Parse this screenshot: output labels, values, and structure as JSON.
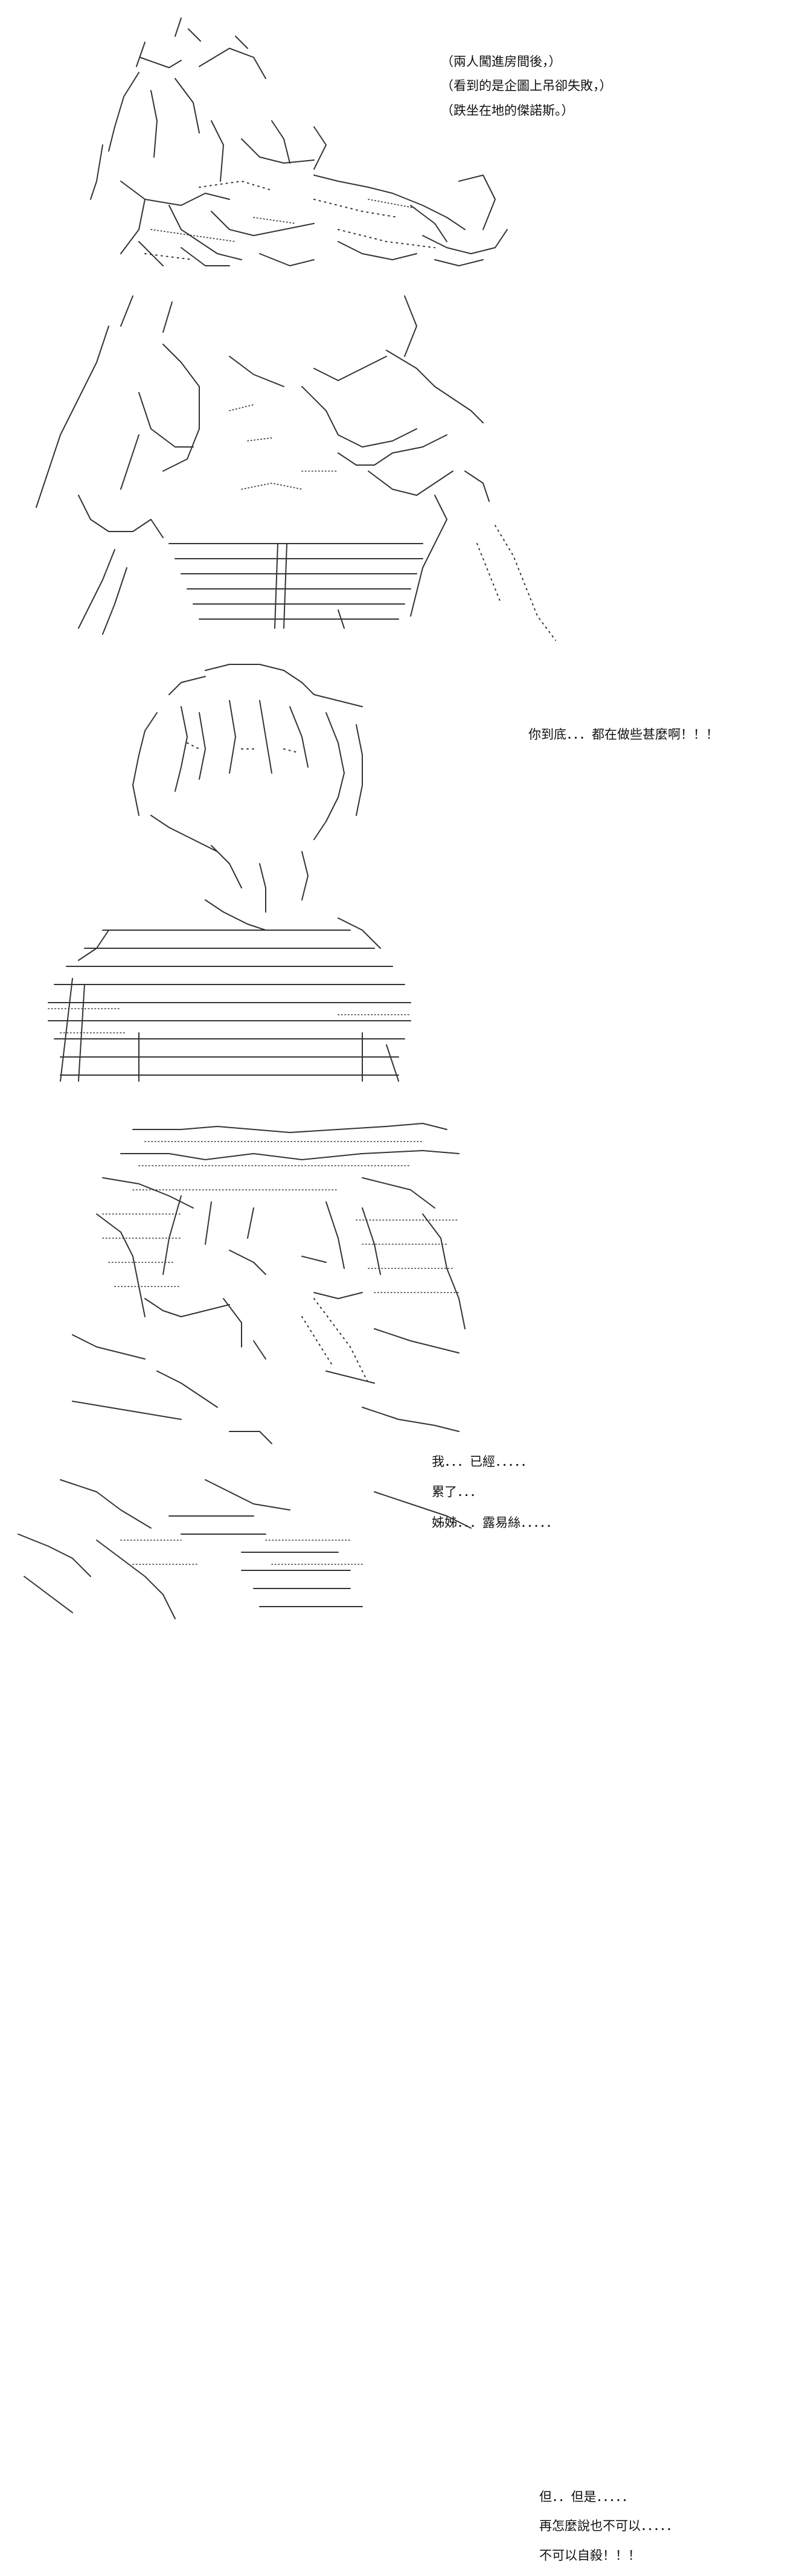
{
  "panels": [
    {
      "figure": "character-slumped-on-floor",
      "lines": [
        "（兩人闖進房間後，）",
        "（看到的是企圖上吊卻失敗，）",
        "（跌坐在地的傑諾斯。）"
      ]
    },
    {
      "figure": "character-kneeling-grabbing",
      "lines": [
        "你到底．．．都在做些甚麼啊！！！"
      ]
    },
    {
      "figure": "character-seated-head-down",
      "lines": [
        "我．．．已經．．．．．",
        "累了．．．",
        "姊姊．．．露易絲．．．．．"
      ]
    },
    {
      "figure": "character-with-tears",
      "lines": [
        "但．．但是．．．．．",
        "再怎麼說也不可以．．．．．",
        "不可以自殺！！！"
      ]
    }
  ],
  "colors": {
    "ink": "#111111",
    "line-art": "#333333",
    "paper": "#ffffff"
  }
}
